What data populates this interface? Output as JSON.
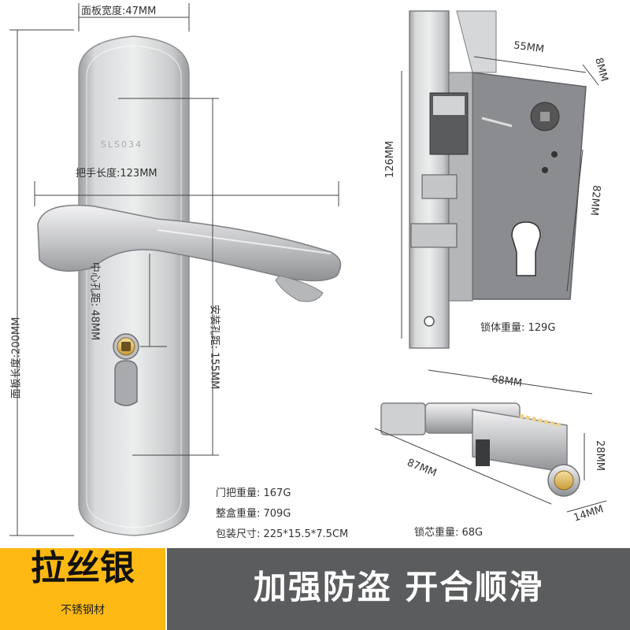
{
  "handle_dims": {
    "panel_width": "面板宽度:47MM",
    "handle_length": "把手长度:123MM",
    "panel_length": "面板长度:200MM",
    "center_hole": "中心孔距: 48MM",
    "install_hole": "安装孔距: 155MM"
  },
  "engraving": "SLS034",
  "lock_body_dims": {
    "width": "55MM",
    "depth": "8MM",
    "height": "126MM",
    "hole": "82MM",
    "weight": "锁体重量: 129G"
  },
  "cylinder_dims": {
    "length_top": "68MM",
    "length_bottom": "87MM",
    "height": "28MM",
    "width": "14MM",
    "weight": "锁芯重量: 68G"
  },
  "specs": [
    "门把重量: 167G",
    "整盒重量: 709G",
    "包装尺寸: 225*15.5*7.5CM"
  ],
  "banner": {
    "finish": "拉丝银",
    "material": "不锈钢材",
    "slogan": "加强防盗  开合顺滑"
  },
  "colors": {
    "banner_yellow": "#fdb913",
    "banner_gray": "#5b5c5e",
    "steel": "#c9cacc",
    "lock_gray": "#8a8c8f"
  }
}
